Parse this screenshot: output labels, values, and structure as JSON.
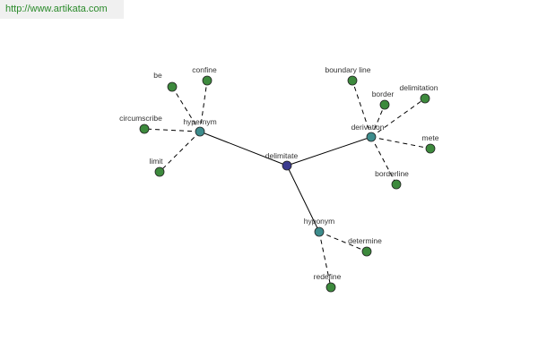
{
  "banner": {
    "text": "http://www.artikata.com"
  },
  "graph": {
    "center": {
      "label": "delimitate",
      "color": "#3b3b8f"
    },
    "hub_color": "#3d8c8c",
    "leaf_color": "#3d8a3d",
    "hubs": [
      {
        "label": "hypernym",
        "leaves": [
          "be",
          "confine",
          "circumscribe",
          "limit"
        ]
      },
      {
        "label": "derivation",
        "leaves": [
          "boundary line",
          "border",
          "delimitation",
          "mete",
          "borderline"
        ]
      },
      {
        "label": "hyponym",
        "leaves": [
          "determine",
          "redefine"
        ]
      }
    ]
  }
}
